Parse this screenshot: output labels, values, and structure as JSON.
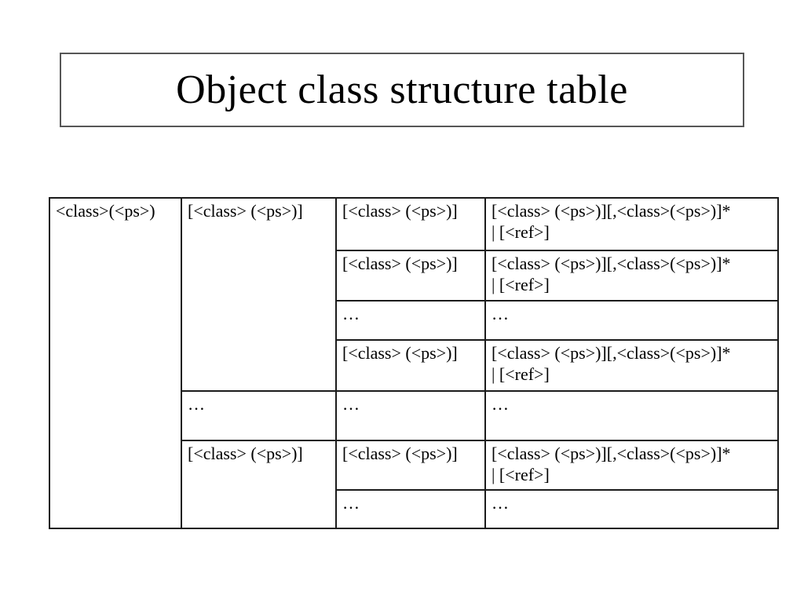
{
  "slide": {
    "title": "Object class structure table",
    "colors": {
      "background": "#ffffff",
      "text": "#000000",
      "title_box_border": "#565656",
      "table_border": "#1b1b1b"
    }
  },
  "table": {
    "rows": [
      {
        "cells": [
          "<class>(<ps>)",
          "[<class> (<ps>)]",
          "[<class> (<ps>)]",
          "[<class> (<ps>)][,<class>(<ps>)]*\n| [<ref>]"
        ]
      },
      {
        "cells": [
          "[<class> (<ps>)]",
          "[<class> (<ps>)][,<class>(<ps>)]*\n| [<ref>]"
        ]
      },
      {
        "cells": [
          "…",
          "…"
        ]
      },
      {
        "cells": [
          "[<class> (<ps>)]",
          "[<class> (<ps>)][,<class>(<ps>)]*\n| [<ref>]"
        ]
      },
      {
        "cells": [
          "…",
          "…",
          "…"
        ]
      },
      {
        "cells": [
          "[<class> (<ps>)]",
          "[<class> (<ps>)]",
          "[<class> (<ps>)][,<class>(<ps>)]*\n| [<ref>]"
        ]
      },
      {
        "cells": [
          "…",
          "…"
        ]
      }
    ]
  }
}
